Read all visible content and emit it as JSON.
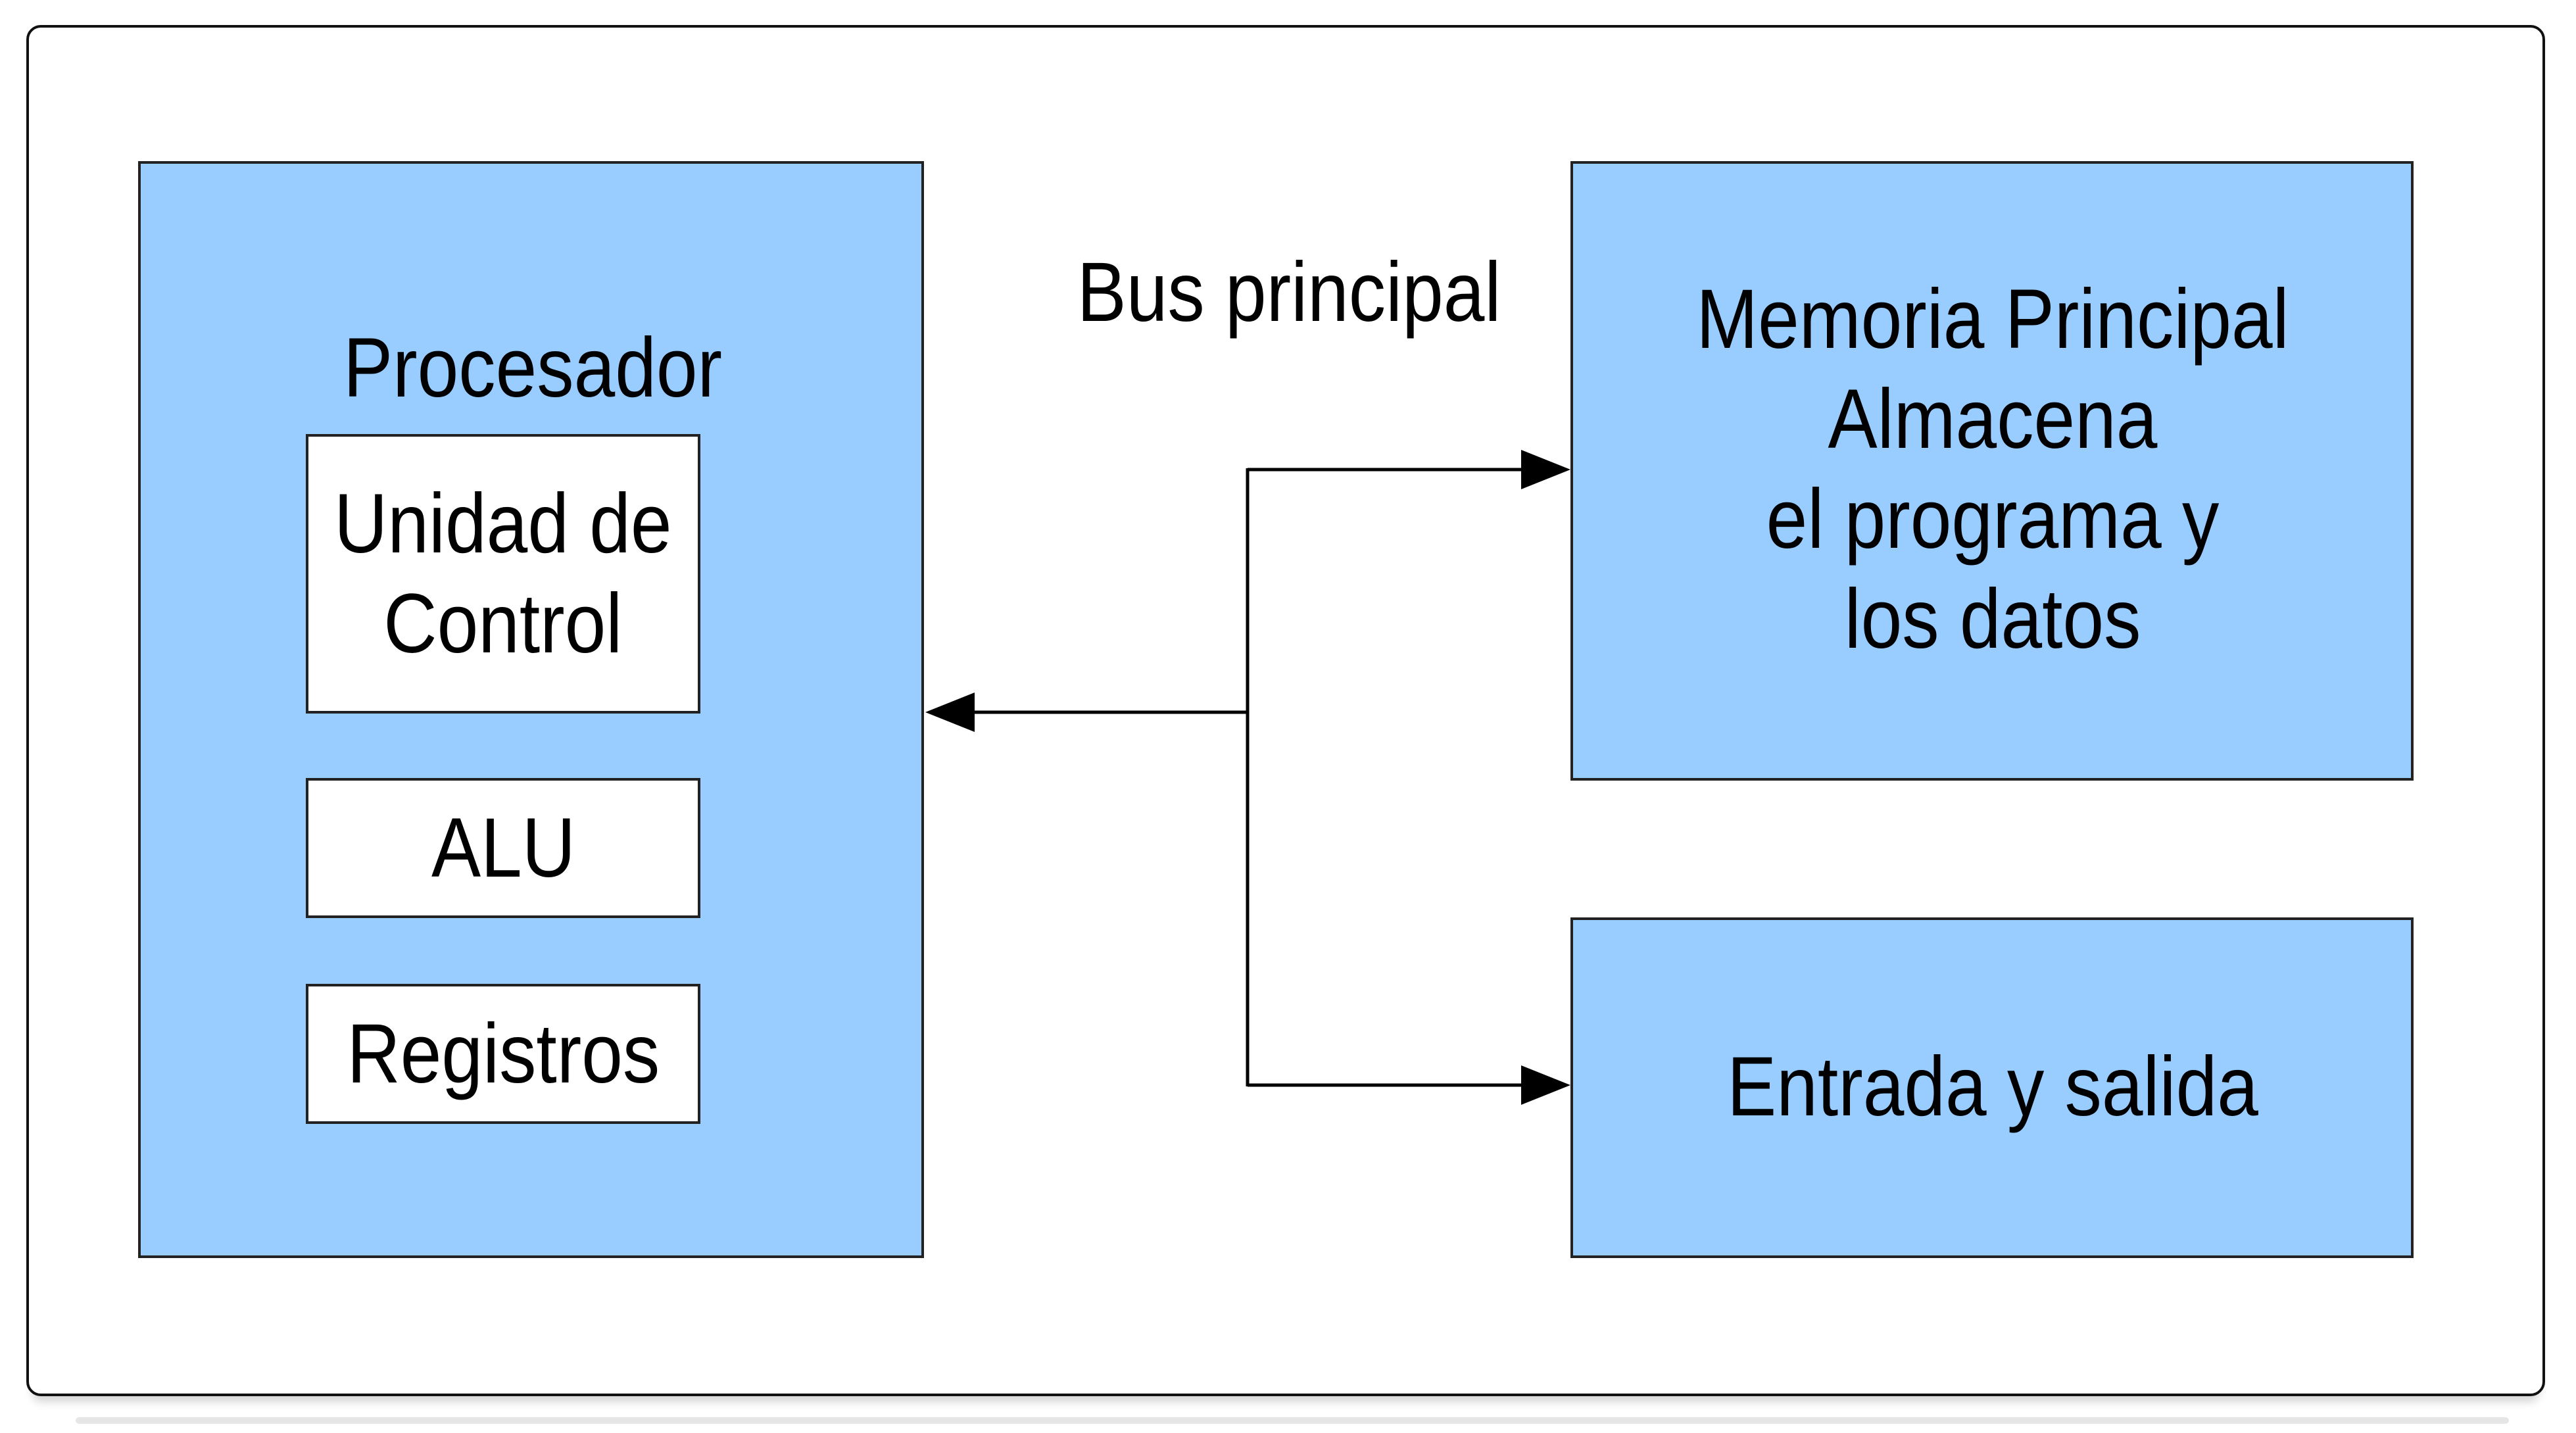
{
  "diagram": {
    "processor": {
      "title": "Procesador",
      "control_unit_line1": "Unidad de",
      "control_unit_line2": "Control",
      "alu": "ALU",
      "registers": "Registros"
    },
    "bus_label": "Bus principal",
    "memory": {
      "line1": "Memoria Principal",
      "line2": "Almacena",
      "line3": "el programa y",
      "line4": "los datos"
    },
    "io": {
      "label": "Entrada y salida"
    },
    "colors": {
      "box_fill": "#99ccff",
      "inner_box_fill": "#ffffff",
      "line": "#000000"
    }
  }
}
